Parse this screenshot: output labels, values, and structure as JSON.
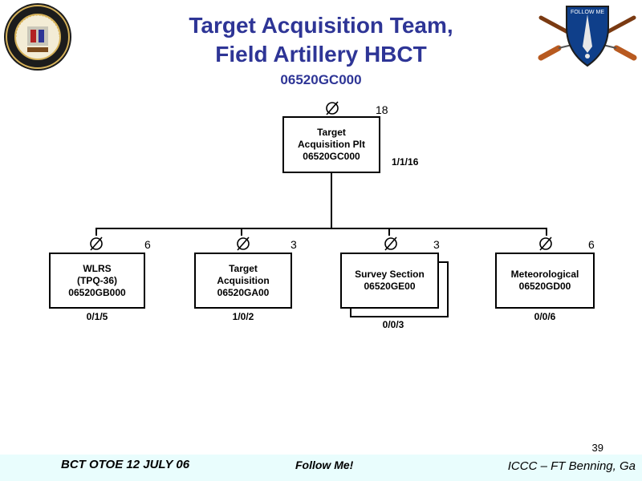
{
  "header": {
    "title_line1": "Target Acquisition  Team,",
    "title_line2": "Field Artillery  HBCT",
    "subtitle": "06520GC000"
  },
  "logos": {
    "left": "army-seal",
    "right": "follow-me-infantry-logo"
  },
  "colors": {
    "title": "#2e3596",
    "footer_bar": "#e9fdfd"
  },
  "org": {
    "top": {
      "name_line1": "Target",
      "name_line2": "Acquisition  Plt",
      "code": "06520GC000",
      "strength": "18",
      "ratio": "1/1/16"
    },
    "units": [
      {
        "name_line1": "WLRS",
        "name_line2": "(TPQ-36)",
        "code": "06520GB000",
        "strength": "6",
        "ratio": "0/1/5"
      },
      {
        "name_line1": "Target",
        "name_line2": "Acquisition",
        "code": "06520GA00",
        "strength": "3",
        "ratio": "1/0/2"
      },
      {
        "name_line1": "Survey Section",
        "name_line2": "",
        "code": "06520GE00",
        "strength": "3",
        "ratio": "0/0/3"
      },
      {
        "name_line1": "Meteorological",
        "name_line2": "",
        "code": "06520GD00",
        "strength": "6",
        "ratio": "0/0/6"
      }
    ]
  },
  "footer": {
    "page_number": "39",
    "left": "BCT OTOE 12 JULY 06",
    "center": "Follow Me!",
    "right": "ICCC – FT Benning, Ga"
  }
}
